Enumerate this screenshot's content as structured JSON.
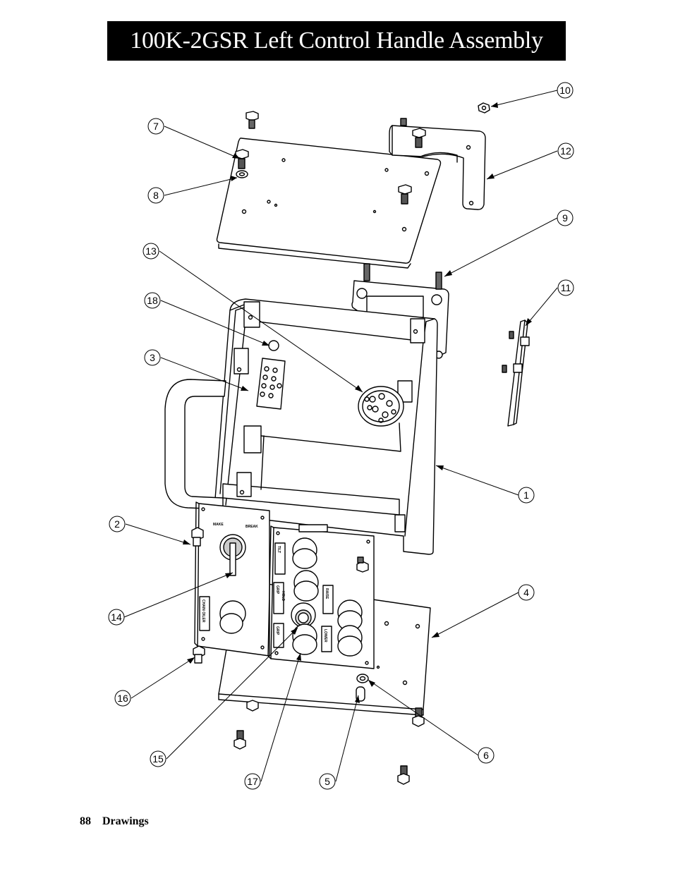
{
  "header": {
    "title": "100K-2GSR Left Control Handle Assembly"
  },
  "footer": {
    "page_number": "88",
    "section": "Drawings"
  },
  "callouts": [
    "1",
    "2",
    "3",
    "4",
    "5",
    "6",
    "7",
    "8",
    "9",
    "10",
    "11",
    "12",
    "13",
    "14",
    "15",
    "16",
    "17",
    "18"
  ],
  "panel_labels": {
    "make": "MAKE",
    "break": "BREAK",
    "tilt": "TILT",
    "grip": "GRIP",
    "hold": "HOLD",
    "raise": "RAISE",
    "lower": "LOWER",
    "chain_oiler": "CHAIN OILER"
  }
}
